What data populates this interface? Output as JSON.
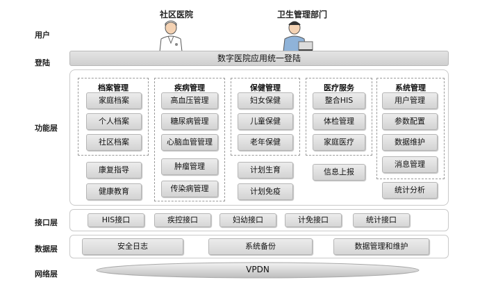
{
  "roles": {
    "community_hospital": "社区医院",
    "health_department": "卫生管理部门"
  },
  "layers": {
    "user": "用户",
    "login": "登陆",
    "function": "功能层",
    "interface": "接口层",
    "data": "数据层",
    "network": "网络层"
  },
  "login_bar": "数字医院应用统一登陆",
  "groups": {
    "archive": {
      "title": "档案管理",
      "items": [
        "家庭档案",
        "个人档案",
        "社区档案"
      ],
      "extra": [
        "康复指导",
        "健康教育"
      ]
    },
    "disease": {
      "title": "疾病管理",
      "items": [
        "高血压管理",
        "糖尿病管理",
        "心脑血管管理",
        "肿瘤管理",
        "传染病管理"
      ]
    },
    "health": {
      "title": "保健管理",
      "items": [
        "妇女保健",
        "儿童保健",
        "老年保健"
      ],
      "extra": [
        "计划生育",
        "计划免疫"
      ]
    },
    "medical": {
      "title": "医疗服务",
      "items": [
        "整合HIS",
        "体检管理",
        "家庭医疗"
      ],
      "extra": [
        "信息上报"
      ]
    },
    "system": {
      "title": "系统管理",
      "items": [
        "用户管理",
        "参数配置",
        "数据维护",
        "消息管理"
      ],
      "extra": [
        "统计分析"
      ]
    }
  },
  "interfaces": [
    "HIS接口",
    "疾控接口",
    "妇幼接口",
    "计免接口",
    "统计接口"
  ],
  "data_items": [
    "安全日志",
    "系统备份",
    "数据管理和维护"
  ],
  "network": "VPDN"
}
